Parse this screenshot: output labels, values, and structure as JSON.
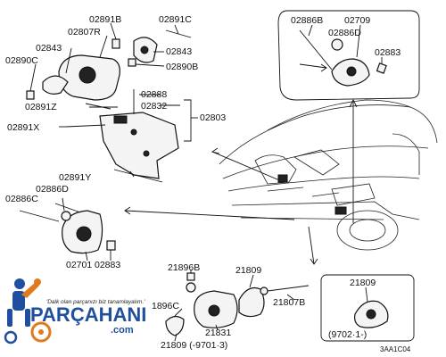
{
  "labels": {
    "l_02891B": "02891B",
    "l_02891C": "02891C",
    "l_02807R": "02807R",
    "l_02843_top": "02843",
    "l_02843_right": "02843",
    "l_02890C": "02890C",
    "l_02890B": "02890B",
    "l_02888": "02888",
    "l_02891Z": "02891Z",
    "l_02832": "02832",
    "l_02803": "02803",
    "l_02891X": "02891X",
    "l_02891Y": "02891Y",
    "l_02886C": "02886C",
    "l_02886D_left": "02886D",
    "l_02701": "02701",
    "l_02883_left": "02883",
    "l_02886B": "02886B",
    "l_02709": "02709",
    "l_02886D_inset": "02886D",
    "l_02883_inset": "02883",
    "l_21896B": "21896B",
    "l_21809_mid": "21809",
    "l_1896C": "1896C",
    "l_21831": "21831",
    "l_21807B": "21807B",
    "l_21809_bottom": "21809 (-9701·3)",
    "l_21809_inset": "21809",
    "l_inset_range": "(9702·1-)",
    "l_code": "3AA1C04"
  },
  "logo": {
    "brand": "PARÇAHANI",
    "domain": ".com",
    "tagline": "'Dalk olan parçanızı biz tanamlayalım.'"
  },
  "colors": {
    "ink": "#111111",
    "logo_blue": "#1f4f9e",
    "logo_orange": "#e07a1f"
  }
}
